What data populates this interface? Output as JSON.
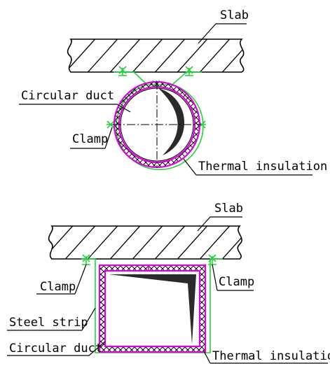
{
  "top_detail": {
    "slab_label": "Slab",
    "duct_label": "Circular duct",
    "clamp_label": "Clamp",
    "insulation_label": "Thermal insulation"
  },
  "bottom_detail": {
    "slab_label": "Slab",
    "clamp_left_label": "Clamp",
    "clamp_right_label": "Clamp",
    "strip_label": "Steel strip",
    "duct_label": "Circular duct",
    "insulation_label": "Thermal insulation"
  },
  "colors": {
    "line": "#000000",
    "clamp": "#22d33a",
    "insulation": "#e000e0",
    "shadow": "#2a2a2a"
  }
}
